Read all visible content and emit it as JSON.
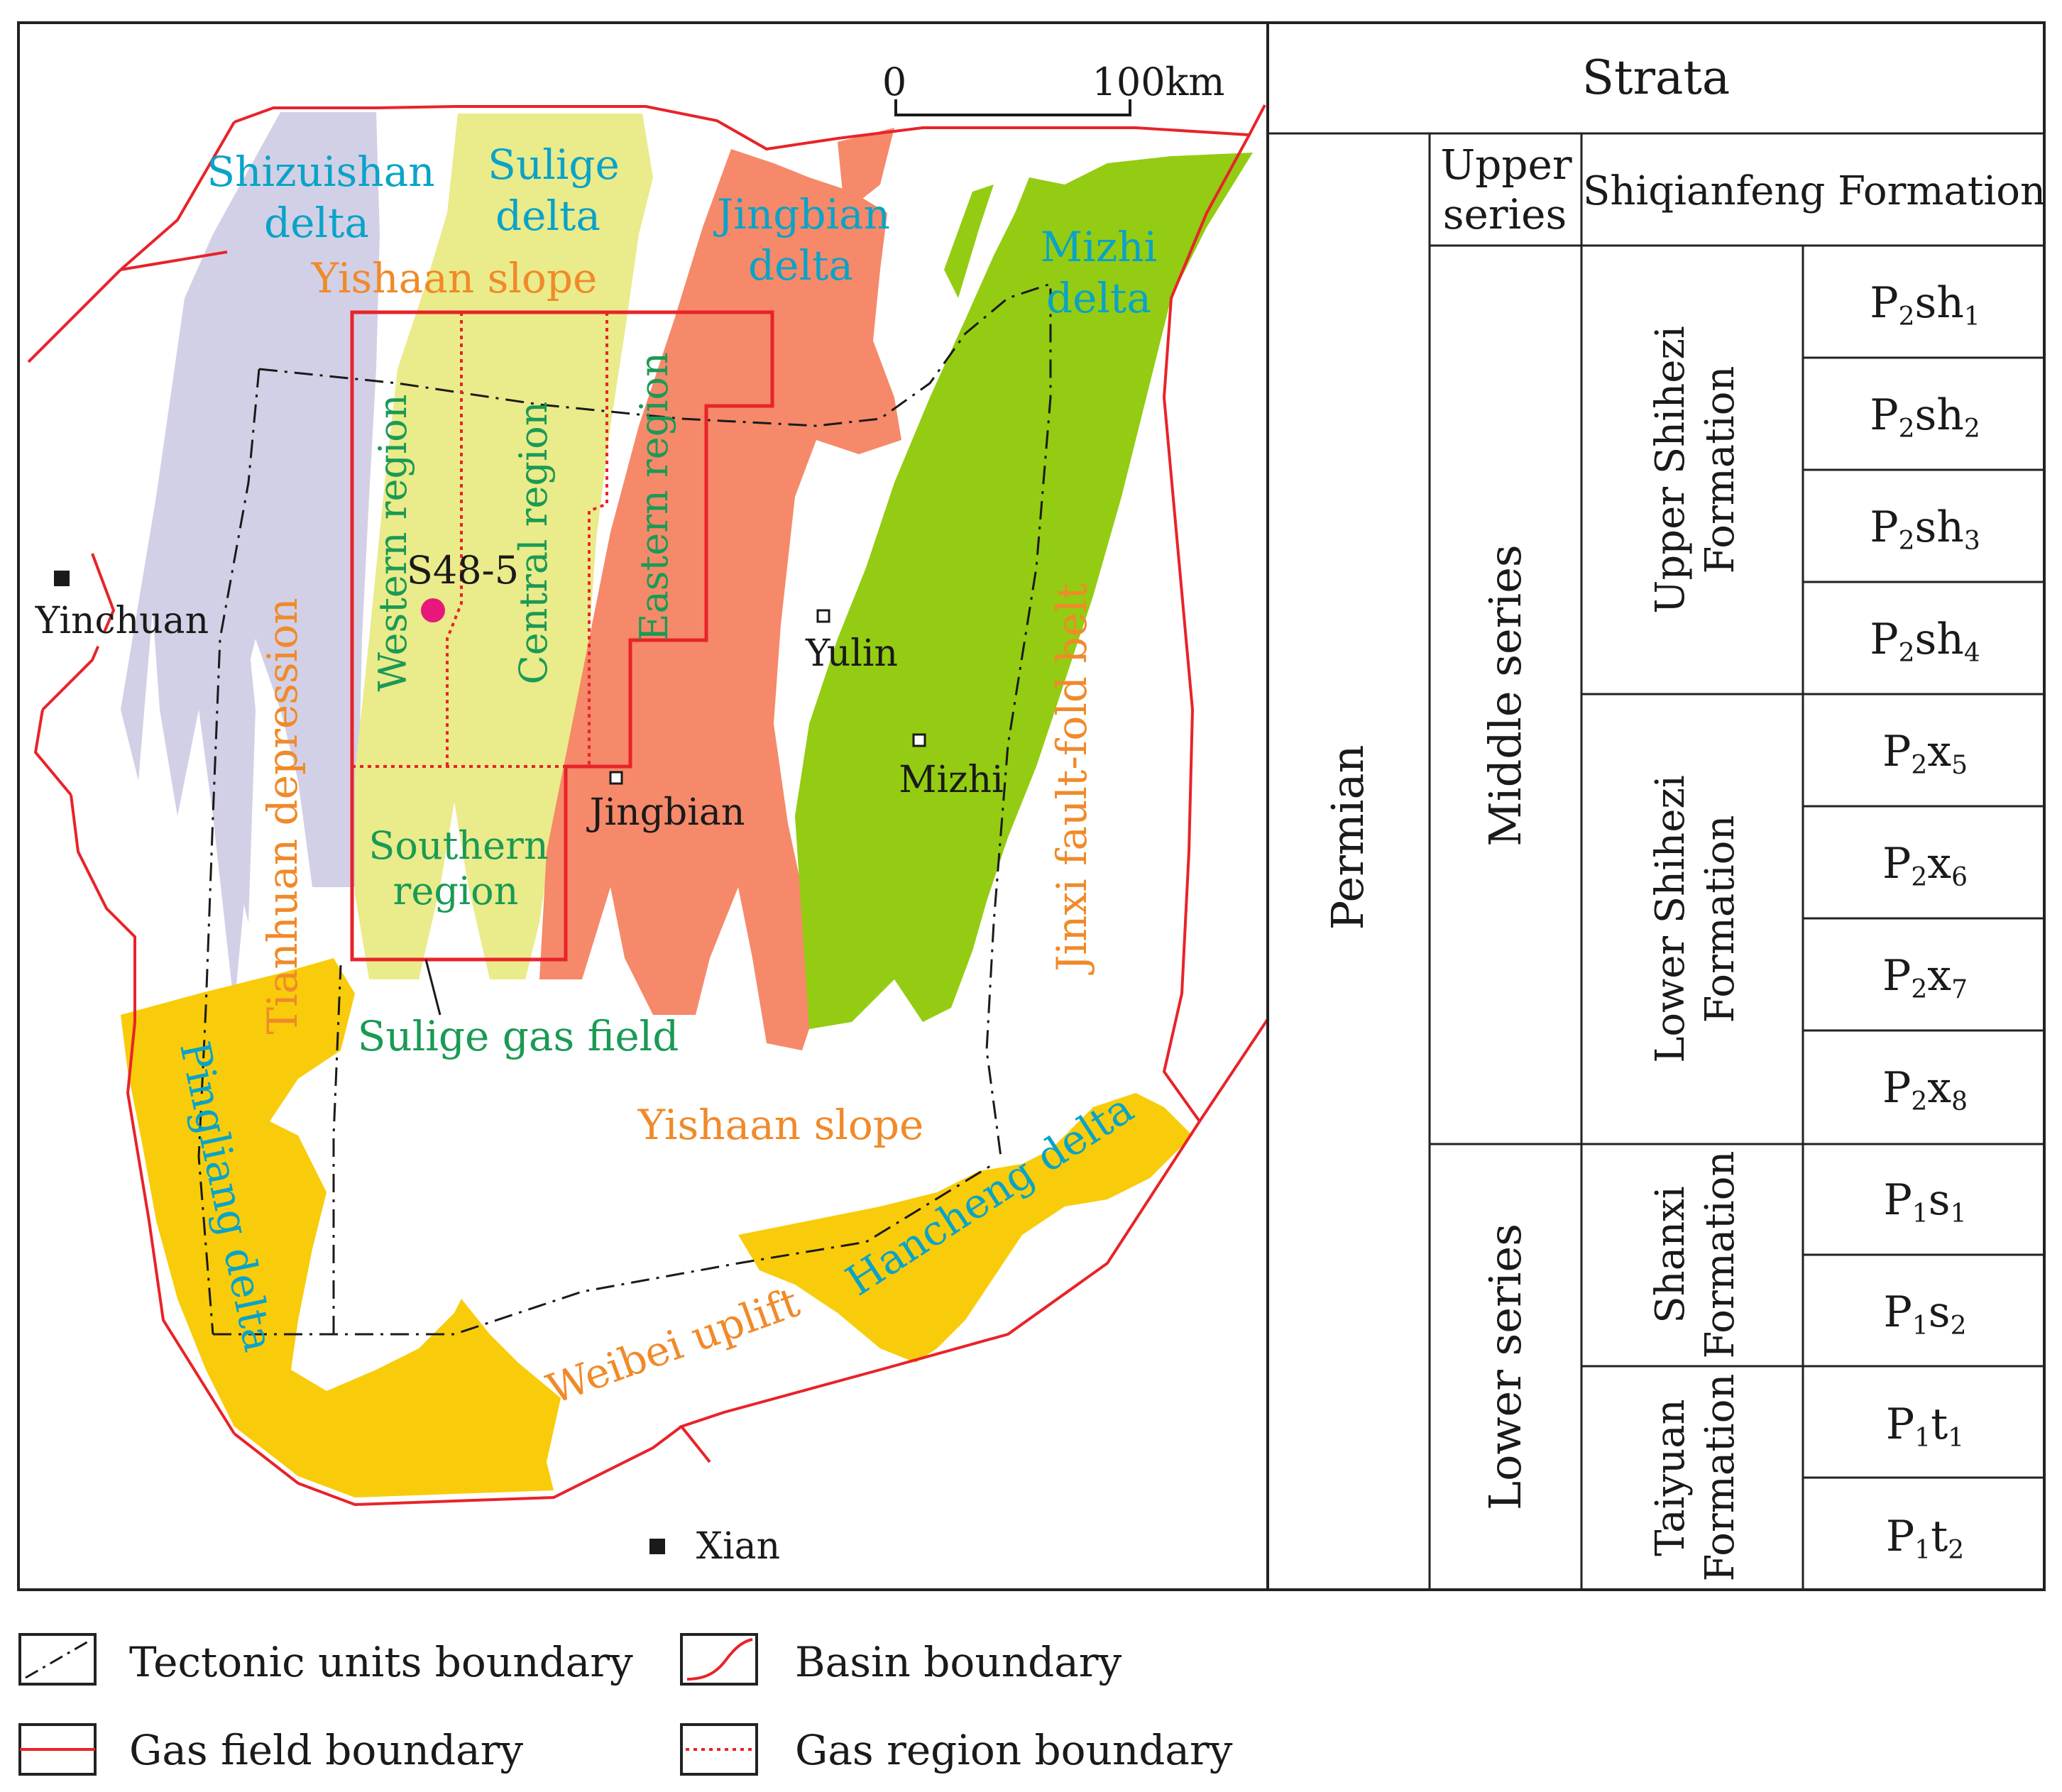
{
  "scale_bar": {
    "start_label": "0",
    "end_label": "100km"
  },
  "map_labels": {
    "shizuishan_delta": [
      "Shizuishan",
      "delta"
    ],
    "sulige_delta": [
      "Sulige",
      "delta"
    ],
    "jingbian_delta": [
      "Jingbian",
      "delta"
    ],
    "mizhi_delta": [
      "Mizhi",
      "delta"
    ],
    "yishaan_slope_top": "Yishaan slope",
    "yishaan_slope_bottom": "Yishaan slope",
    "western_region": "Western region",
    "central_region": "Central region",
    "eastern_region": "Eastern region",
    "southern_region": [
      "Southern",
      "region"
    ],
    "tianhuan_depression": "Tianhuan depression",
    "jinxi_fault_fold_belt": "Jinxi fault-fold belt",
    "sulige_gas_field": "Sulige gas field",
    "pingliang_delta": "Pingliang delta",
    "hancheng_delta": "Hancheng delta",
    "weibei_uplift": "Weibei uplift",
    "well": "S48-5"
  },
  "cities": {
    "yinchuan": "Yinchuan",
    "yulin": "Yulin",
    "mizhi": "Mizhi",
    "jingbian": "Jingbian",
    "xian": "Xian"
  },
  "colors": {
    "shizuishan_delta": "#d2d0e6",
    "sulige_delta": "#eaeb8a",
    "jingbian_delta": "#f5896a",
    "mizhi_delta": "#93cc12",
    "south_deltas": "#f8cc0a",
    "boundary_red": "#e8232a",
    "well_magenta": "#e8177c"
  },
  "strata": {
    "header": "Strata",
    "system": "Permian",
    "upper_series": [
      "Upper",
      "series"
    ],
    "shiqianfeng": "Shiqianfeng Formation",
    "middle_series": "Middle series",
    "lower_series": "Lower series",
    "upper_shihezi": [
      "Upper Shihezi",
      "Formation"
    ],
    "lower_shihezi": [
      "Lower Shihezi",
      "Formation"
    ],
    "shanxi": [
      "Shanxi",
      "Formation"
    ],
    "taiyuan": [
      "Taiyuan",
      "Formation"
    ],
    "members": [
      {
        "base": "P",
        "sub1": "2",
        "mid": "sh",
        "sub2": "1"
      },
      {
        "base": "P",
        "sub1": "2",
        "mid": "sh",
        "sub2": "2"
      },
      {
        "base": "P",
        "sub1": "2",
        "mid": "sh",
        "sub2": "3"
      },
      {
        "base": "P",
        "sub1": "2",
        "mid": "sh",
        "sub2": "4"
      },
      {
        "base": "P",
        "sub1": "2",
        "mid": "x",
        "sub2": "5"
      },
      {
        "base": "P",
        "sub1": "2",
        "mid": "x",
        "sub2": "6"
      },
      {
        "base": "P",
        "sub1": "2",
        "mid": "x",
        "sub2": "7"
      },
      {
        "base": "P",
        "sub1": "2",
        "mid": "x",
        "sub2": "8"
      },
      {
        "base": "P",
        "sub1": "1",
        "mid": "s",
        "sub2": "1"
      },
      {
        "base": "P",
        "sub1": "1",
        "mid": "s",
        "sub2": "2"
      },
      {
        "base": "P",
        "sub1": "1",
        "mid": "t",
        "sub2": "1"
      },
      {
        "base": "P",
        "sub1": "1",
        "mid": "t",
        "sub2": "2"
      }
    ]
  },
  "legend": {
    "tectonic": "Tectonic units boundary",
    "basin": "Basin boundary",
    "gas_field": "Gas field boundary",
    "gas_region": "Gas region boundary"
  }
}
